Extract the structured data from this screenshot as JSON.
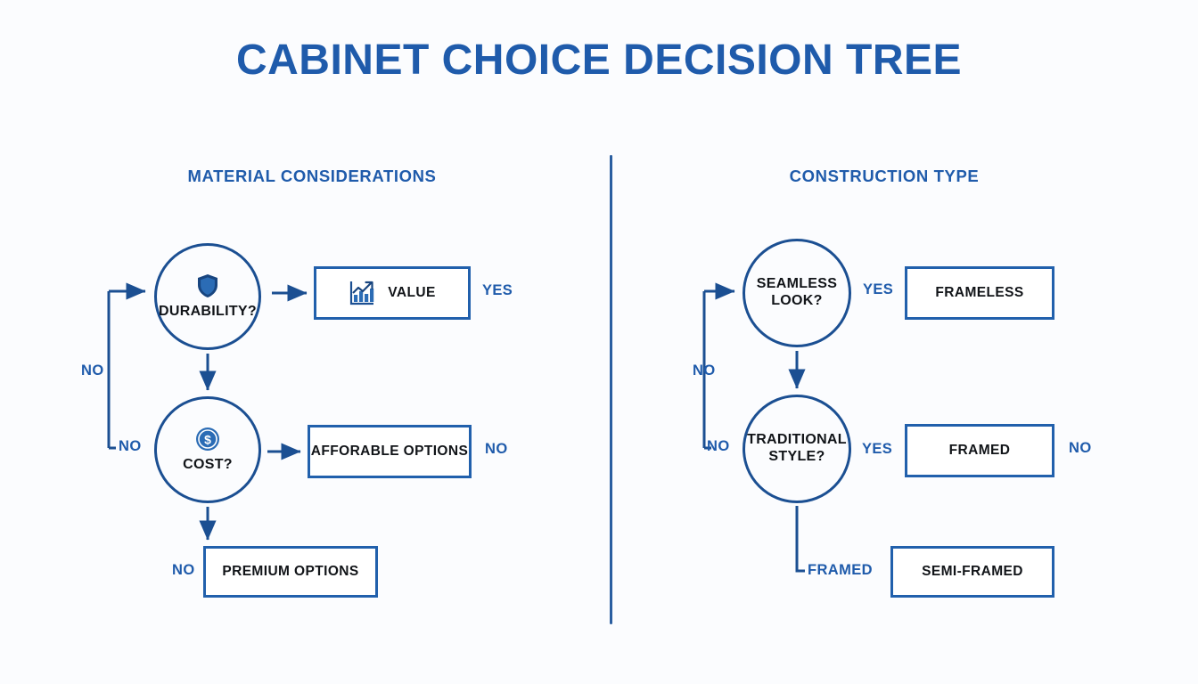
{
  "page": {
    "title": "CABINET CHOICE DECISION TREE",
    "background_color": "#fbfcfe",
    "accent_color": "#1f5bab",
    "outline_color": "#1b4f92",
    "box_border_color": "#2160ac",
    "text_color": "#111418"
  },
  "sections": {
    "left": {
      "heading": "MATERIAL CONSIDERATIONS"
    },
    "right": {
      "heading": "CONSTRUCTION TYPE"
    }
  },
  "left_branch": {
    "nodes": {
      "durability": {
        "label": "DURABILITY?",
        "icon": "shield-icon",
        "shape": "circle"
      },
      "cost": {
        "label": "COST?",
        "icon": "dollar-coin-icon",
        "shape": "circle"
      }
    },
    "outcomes": {
      "value": {
        "label": "VALUE",
        "icon": "growth-chart-icon",
        "shape": "box"
      },
      "affordable": {
        "label": "AFFORABLE OPTIONS",
        "shape": "box"
      },
      "premium": {
        "label": "PREMIUM OPTIONS",
        "shape": "box"
      }
    },
    "edges": {
      "durability_yes": "YES",
      "entry_no": "NO",
      "loop_no": "NO",
      "affordable_no": "NO",
      "premium_no": "NO"
    }
  },
  "right_branch": {
    "nodes": {
      "seamless": {
        "label": "SEAMLESS\nLOOK?",
        "shape": "circle"
      },
      "traditional": {
        "label": "TRADITIONAL\nSTYLE?",
        "shape": "circle"
      }
    },
    "outcomes": {
      "frameless": {
        "label": "FRAMELESS",
        "shape": "box"
      },
      "framed": {
        "label": "FRAMED",
        "shape": "box"
      },
      "semi_framed": {
        "label": "SEMI-FRAMED",
        "shape": "box"
      }
    },
    "edges": {
      "seamless_yes": "YES",
      "entry_no": "NO",
      "loop_no": "NO",
      "traditional_yes": "YES",
      "framed_no": "NO",
      "semi_framed": "FRAMED"
    }
  }
}
